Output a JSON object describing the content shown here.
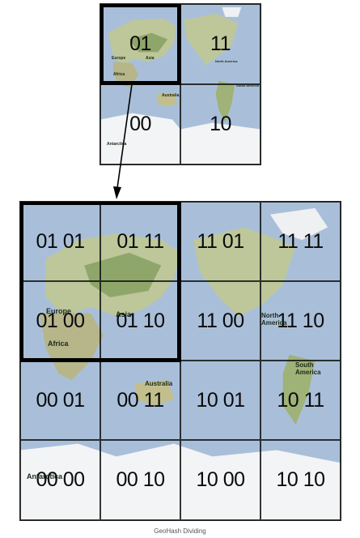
{
  "small_grid": {
    "cells": [
      {
        "code": "01"
      },
      {
        "code": "11"
      },
      {
        "code": "00"
      },
      {
        "code": "10"
      }
    ],
    "place_labels": [
      "Europe",
      "Asia",
      "Africa",
      "North America",
      "Australia",
      "South America",
      "Antarctica"
    ]
  },
  "large_grid": {
    "cells": [
      {
        "code": "01 01"
      },
      {
        "code": "01 11"
      },
      {
        "code": "11 01"
      },
      {
        "code": "11 11"
      },
      {
        "code": "01 00"
      },
      {
        "code": "01 10"
      },
      {
        "code": "11 00"
      },
      {
        "code": "11 10"
      },
      {
        "code": "00 01"
      },
      {
        "code": "00 11"
      },
      {
        "code": "10 01"
      },
      {
        "code": "10 11"
      },
      {
        "code": "00 00"
      },
      {
        "code": "00 10"
      },
      {
        "code": "10 00"
      },
      {
        "code": "10 10"
      }
    ],
    "place_labels": [
      "Europe",
      "Asia",
      "Africa",
      "North America",
      "Australia",
      "South America",
      "Antarctica"
    ]
  },
  "caption": "GeoHash Dividing",
  "colors": {
    "ocean": "#a9bfd9",
    "land": "#bdc79a",
    "forest": "#7f9a5e",
    "ice": "#f2f4f6"
  }
}
